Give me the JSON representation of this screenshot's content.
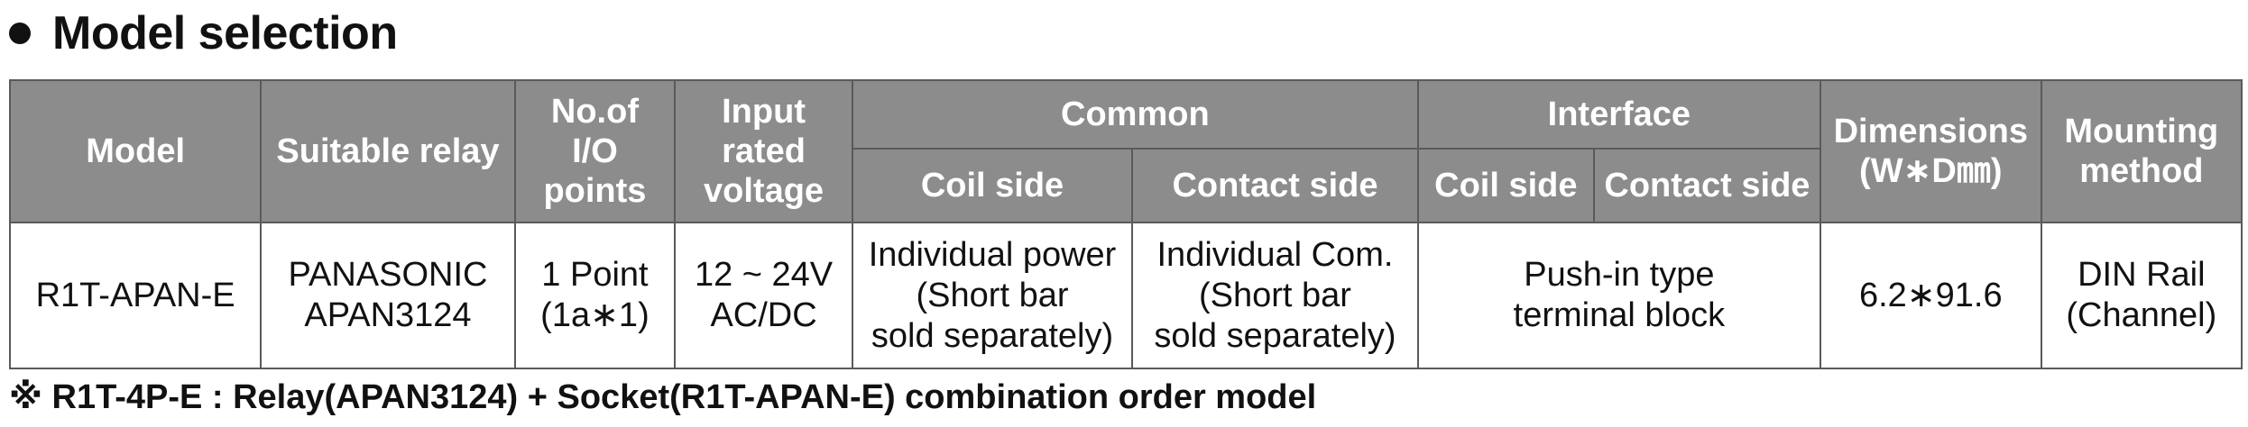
{
  "heading": {
    "title": "Model selection"
  },
  "table": {
    "headers": {
      "model": "Model",
      "suitable_relay": "Suitable relay",
      "io_points": "No.of\nI/O\npoints",
      "input_voltage": "Input\nrated\nvoltage",
      "common": "Common",
      "common_coil": "Coil side",
      "common_contact": "Contact  side",
      "interface": "Interface",
      "interface_coil": "Coil side",
      "interface_contact": "Contact  side",
      "dimensions": "Dimensions\n(W∗D㎜)",
      "mounting": "Mounting\nmethod"
    },
    "row": {
      "model": "R1T-APAN-E",
      "suitable_relay": "PANASONIC\nAPAN3124",
      "io_points": "1 Point\n(1a∗1)",
      "input_voltage": "12 ~ 24V\nAC/DC",
      "common_coil": "Individual power\n(Short bar\nsold separately)",
      "common_contact": "Individual Com.\n(Short bar\nsold separately)",
      "interface": "Push-in type\nterminal block",
      "dimensions": "6.2∗91.6",
      "mounting": "DIN Rail\n(Channel)"
    }
  },
  "note": {
    "text": "※ R1T-4P-E : Relay(APAN3124) + Socket(R1T-APAN-E) combination order model"
  },
  "colors": {
    "header_bg": "#8c8c8c",
    "header_text": "#ffffff",
    "border": "#5a5a5a",
    "text": "#111111"
  }
}
